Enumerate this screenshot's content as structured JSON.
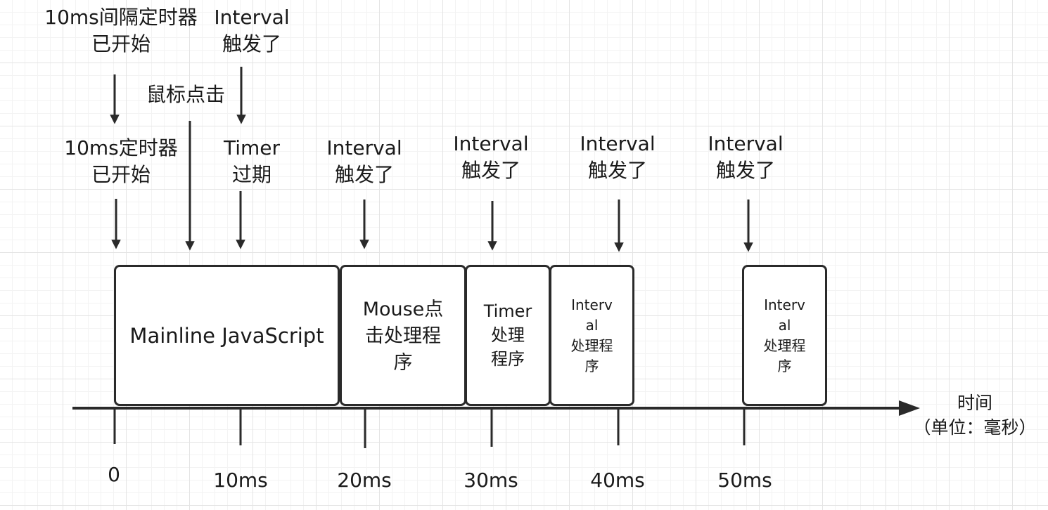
{
  "top_labels": {
    "interval_started": [
      "10ms间隔定时器",
      "已开始"
    ],
    "interval_fired_first": [
      "Interval",
      "触发了"
    ],
    "mouse_click": [
      "鼠标点击"
    ],
    "timer_started": [
      "10ms定时器",
      "已开始"
    ],
    "timer_expired": [
      "Timer",
      "过期"
    ],
    "interval_fired_20": [
      "Interval",
      "触发了"
    ],
    "interval_fired_30": [
      "Interval",
      "触发了"
    ],
    "interval_fired_40": [
      "Interval",
      "触发了"
    ],
    "interval_fired_50": [
      "Interval",
      "触发了"
    ]
  },
  "boxes": {
    "mainline": [
      "Mainline JavaScript"
    ],
    "mouse_handler": [
      "Mouse点",
      "击处理程",
      "序"
    ],
    "timer_handler": [
      "Timer",
      "处理",
      "程序"
    ],
    "interval_handler_1": [
      "Interv",
      "al",
      "处理程",
      "序"
    ],
    "interval_handler_2": [
      "Interv",
      "al",
      "处理程",
      "序"
    ]
  },
  "axis": {
    "ticks": [
      "0",
      "10ms",
      "20ms",
      "30ms",
      "40ms",
      "50ms"
    ],
    "label": [
      "时间",
      "（单位：毫秒）"
    ]
  },
  "colors": {
    "line": "#2a2a2a",
    "text": "#1a1a1a"
  }
}
